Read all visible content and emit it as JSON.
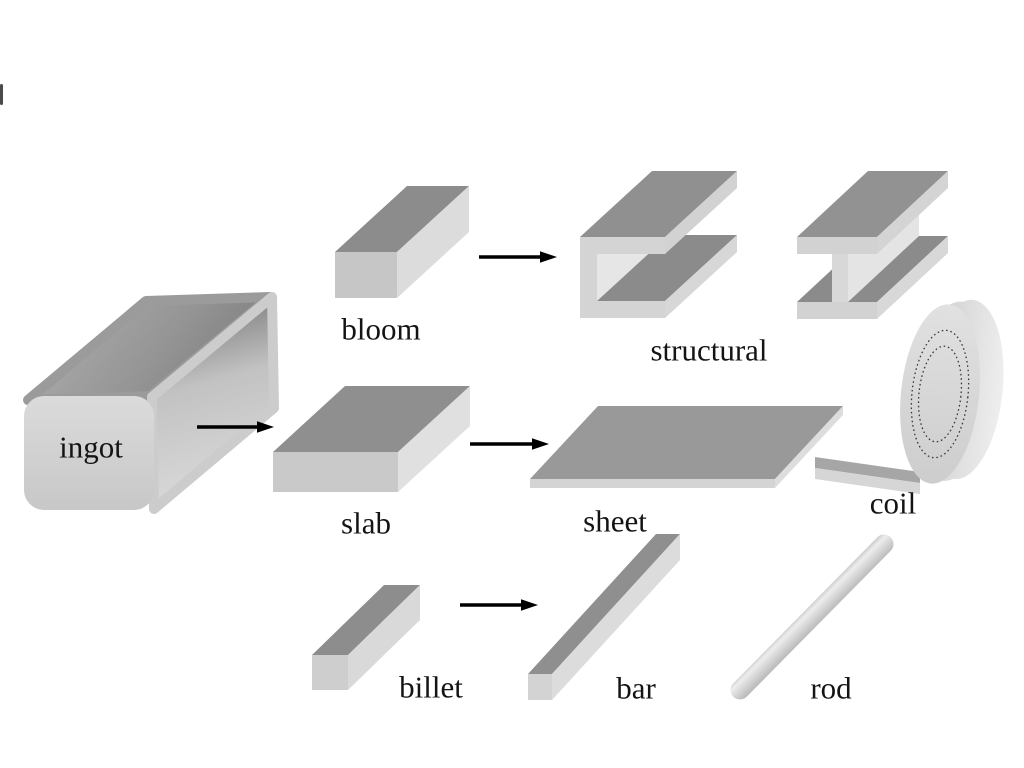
{
  "diagram": {
    "background": "#ffffff",
    "labels": {
      "ingot": "ingot",
      "bloom": "bloom",
      "structural": "structural",
      "slab": "slab",
      "sheet": "sheet",
      "coil": "coil",
      "billet": "billet",
      "bar": "bar",
      "rod": "rod"
    },
    "nodes": [
      {
        "id": "ingot",
        "label": "ingot"
      },
      {
        "id": "bloom",
        "label": "bloom"
      },
      {
        "id": "slab",
        "label": "slab"
      },
      {
        "id": "billet",
        "label": "billet"
      },
      {
        "id": "structural",
        "label": "structural"
      },
      {
        "id": "sheet",
        "label": "sheet"
      },
      {
        "id": "coil",
        "label": "coil"
      },
      {
        "id": "bar",
        "label": "bar"
      },
      {
        "id": "rod",
        "label": "rod"
      }
    ],
    "edges": [
      {
        "from": "ingot",
        "to": "slab"
      },
      {
        "from": "bloom",
        "to": "structural"
      },
      {
        "from": "slab",
        "to": "sheet"
      },
      {
        "from": "billet",
        "to": "bar"
      }
    ],
    "colors": {
      "label_text": "#141414",
      "arrow": "#000000",
      "face_top_dark": "#8e8e8e",
      "face_front_mid": "#cbcbcb",
      "face_side_light": "#dedede",
      "coil_face": "#d6d6d6",
      "coil_rim": "#e9e9e9",
      "dotted_ring": "#3a3a3a"
    }
  }
}
